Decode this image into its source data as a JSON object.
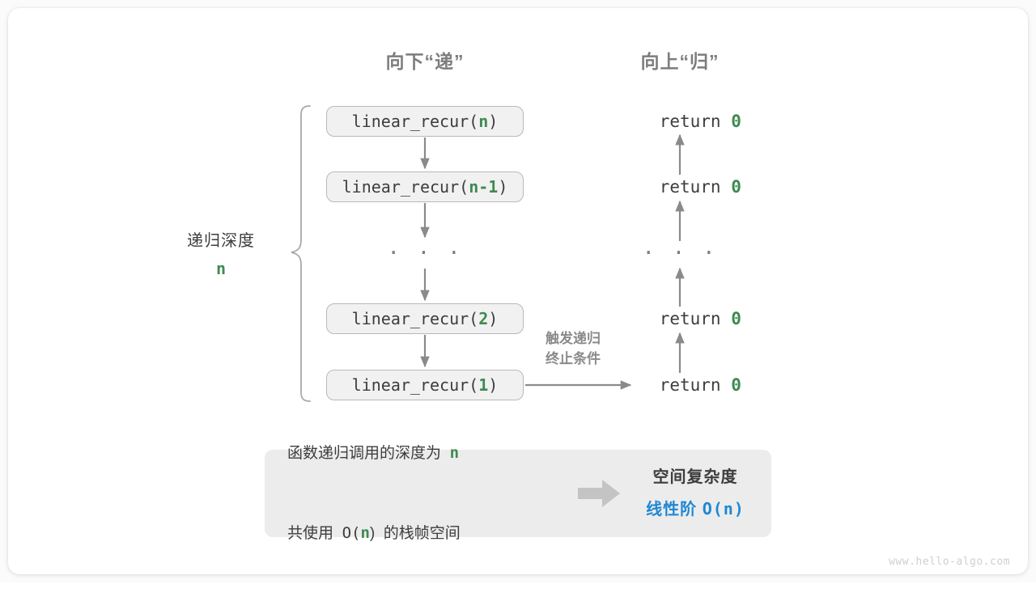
{
  "diagram": {
    "title_down": "向下“递”",
    "title_up": "向上“归”",
    "depth": {
      "label": "递归深度",
      "value": "n"
    },
    "trigger_note_line1": "触发递归",
    "trigger_note_line2": "终止条件",
    "calls": [
      {
        "prefix": "linear_recur(",
        "arg": "n",
        "suffix": ")"
      },
      {
        "prefix": "linear_recur(",
        "arg": "n-1",
        "suffix": ")"
      },
      {
        "prefix": "linear_recur(",
        "arg": "2",
        "suffix": ")"
      },
      {
        "prefix": "linear_recur(",
        "arg": "1",
        "suffix": ")"
      }
    ],
    "call_ellipsis": "· · ·",
    "returns": [
      {
        "keyword": "return ",
        "value": "0"
      },
      {
        "keyword": "return ",
        "value": "0"
      },
      {
        "keyword": "return ",
        "value": "0"
      },
      {
        "keyword": "return ",
        "value": "0"
      }
    ],
    "return_ellipsis": "· · ·"
  },
  "summary": {
    "line1_pre": "函数递归调用的深度为  ",
    "line1_var": "n",
    "line2_pre": "共使用  ",
    "line2_mono": "O(",
    "line2_var": "n",
    "line2_post": ")  的栈帧空间",
    "arrow_icon": "right-arrow-icon",
    "result_title": "空间复杂度",
    "result_value_pre": "线性阶  ",
    "result_value_mono": "O(n)"
  },
  "watermark": "www.hello-algo.com",
  "colors": {
    "accent_green": "#3f8a51",
    "accent_blue": "#1f87d4",
    "line_gray": "#8a8a8a",
    "box_fill": "#f1f1f1",
    "panel_fill": "#ececec"
  }
}
